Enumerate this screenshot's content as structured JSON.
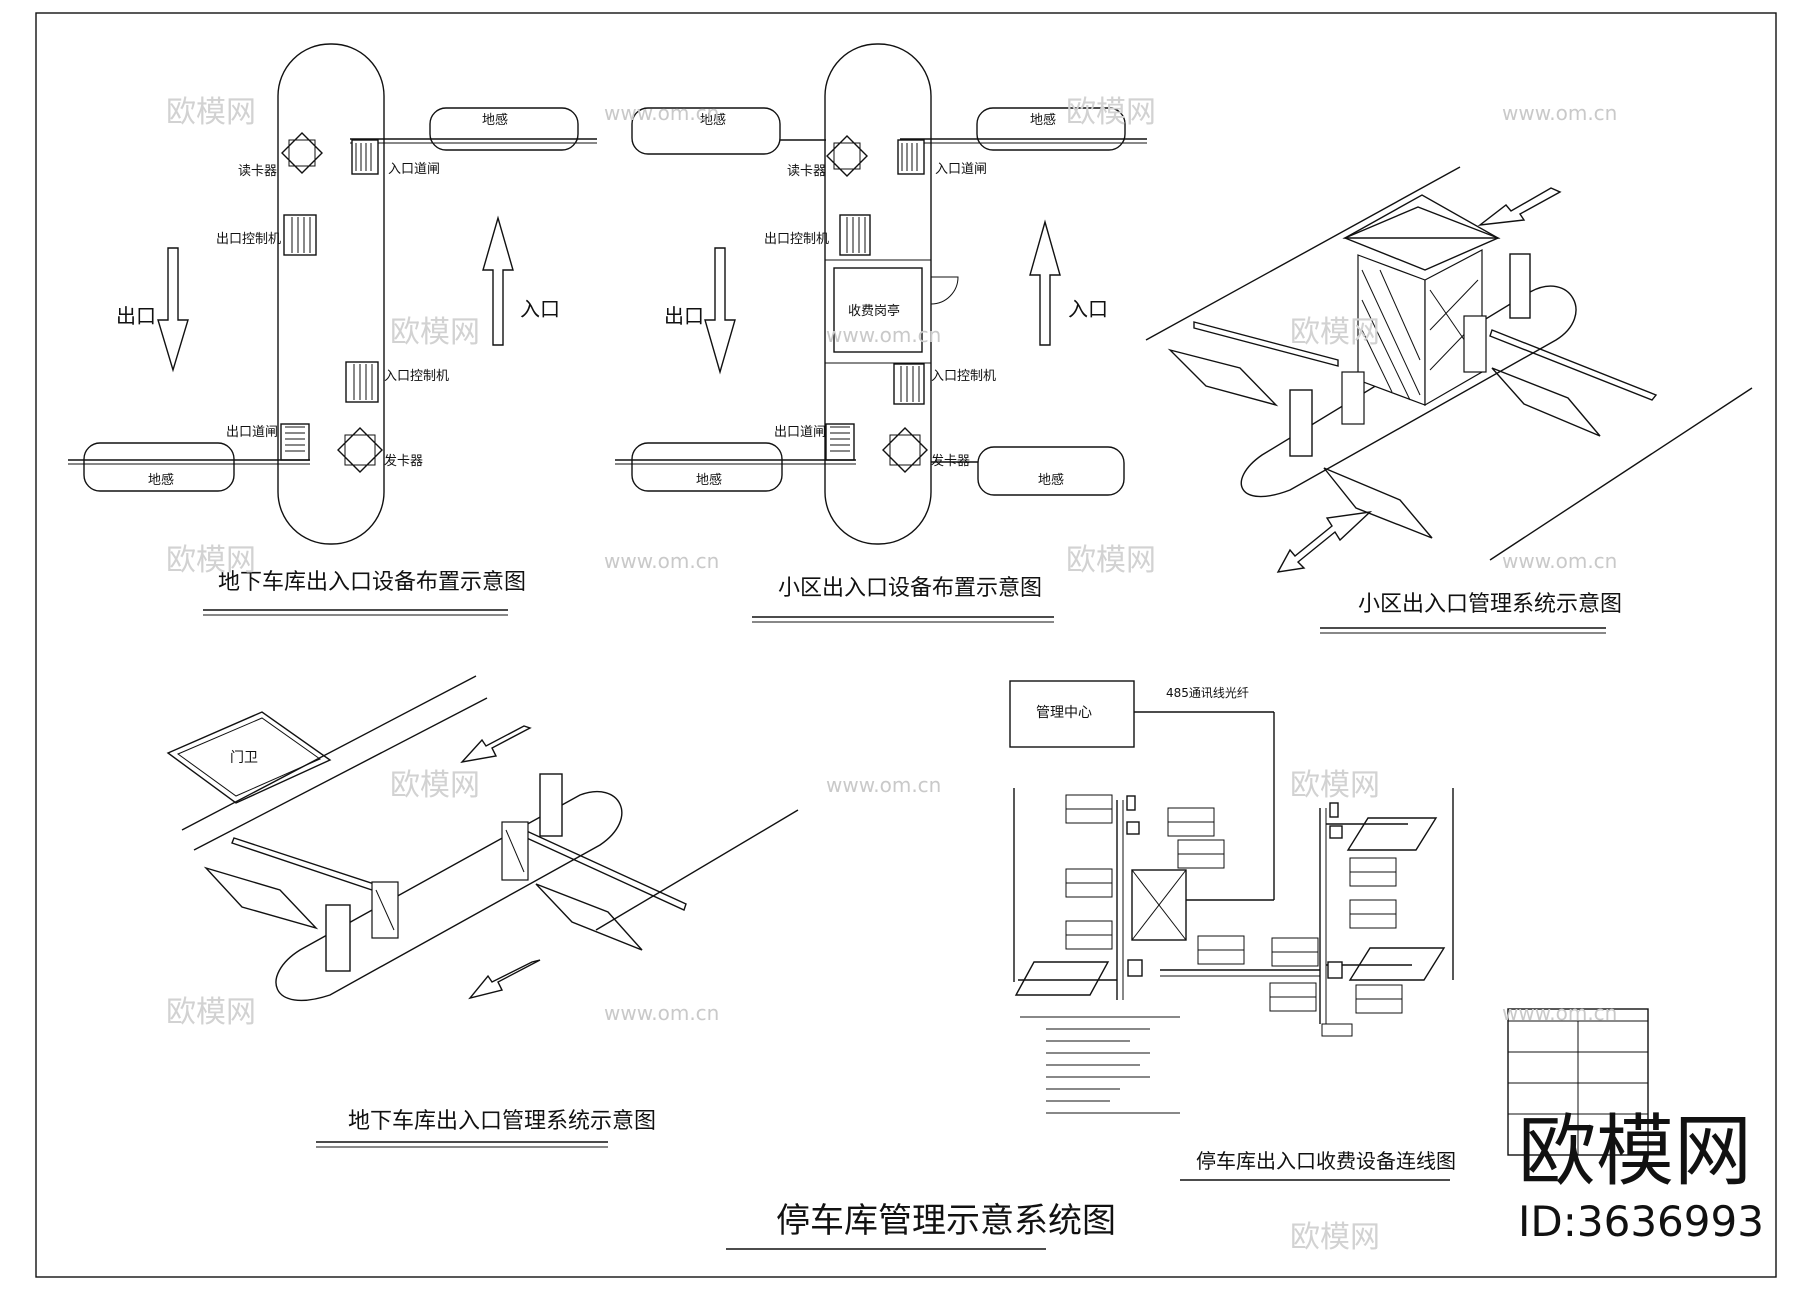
{
  "diagrams": {
    "d1": {
      "title": "地下车库出入口设备布置示意图",
      "labels": {
        "card_reader": "读卡器",
        "entry_gate": "入口道闸",
        "exit_controller": "出口控制机",
        "exit": "出口",
        "entrance": "入口",
        "entry_controller": "入口控制机",
        "exit_gate": "出口道闸",
        "card_issuer": "发卡器",
        "loop_top": "地感",
        "loop_bottom": "地感"
      }
    },
    "d2": {
      "title": "小区出入口设备布置示意图",
      "labels": {
        "loop_left": "地感",
        "loop_right": "地感",
        "card_reader": "读卡器",
        "entry_gate": "入口道闸",
        "exit_controller": "出口控制机",
        "booth": "收费岗亭",
        "exit": "出口",
        "entrance": "入口",
        "entry_controller": "入口控制机",
        "exit_gate": "出口道闸",
        "card_issuer": "发卡器",
        "loop_bottom_left": "地感",
        "loop_bottom_right": "地感"
      }
    },
    "d3": {
      "title": "小区出入口管理系统示意图"
    },
    "d4": {
      "title": "地下车库出入口管理系统示意图",
      "guard": "门卫"
    },
    "d5": {
      "title": "停车库出入口收费设备连线图",
      "management_center": "管理中心",
      "bus_label": "485通讯线光纤"
    }
  },
  "main_title": "停车库管理示意系统图",
  "watermark": {
    "brand": "欧模网",
    "site": "www.om.cn",
    "logo": "欧模网",
    "id": "ID:3636993"
  }
}
